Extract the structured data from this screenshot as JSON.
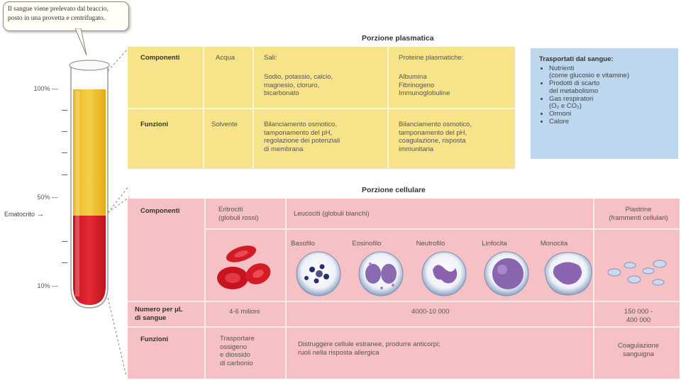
{
  "callout": {
    "line1": "Il sangue viene prelevato dal braccio,",
    "line2": "posto in una provetta e centrifugato."
  },
  "tube": {
    "ticks": {
      "p100": "100% —",
      "p50": "50% —",
      "p10": "10% —"
    },
    "hematocrit_label": "Ematocrito",
    "hematocrit_arrow": "→"
  },
  "plasma": {
    "section_title": "Porzione plasmatica",
    "row_components": "Componenti",
    "row_functions": "Funzioni",
    "water": {
      "name": "Acqua",
      "function": "Solvente"
    },
    "salts": {
      "name": "Sali:",
      "list": [
        "Sodio, potassio, calcio,",
        "magnesio, cloruro,",
        "bicarbonato"
      ],
      "function": [
        "Bilanciamento osmotico,",
        "tamponamento del pH,",
        "regolazione dei potenziali",
        "di membrana"
      ]
    },
    "proteins": {
      "name": "Proteine plasmatiche:",
      "list": [
        "Albumina",
        "Fibrinogeno",
        "Immunoglobuline"
      ],
      "function": [
        "Bilanciamento osmotico,",
        "tamponamento del pH,",
        "coagulazione, risposta",
        "immunitaria"
      ]
    }
  },
  "transported": {
    "title": "Trasportati dal sangue:",
    "items": [
      [
        "Nutrienti",
        "(come glucosio e vitamine)"
      ],
      [
        "Prodotti di scarto",
        "del metabolismo"
      ],
      [
        "Gas respiratori",
        "(O₂ e CO₂)"
      ],
      [
        "Ormoni"
      ],
      [
        "Calore"
      ]
    ]
  },
  "cellular": {
    "section_title": "Porzione cellulare",
    "row_components": "Componenti",
    "row_count": [
      "Numero per μL",
      "di sangue"
    ],
    "row_functions": "Funzioni",
    "erythrocytes": {
      "name": [
        "Eritrociti",
        "(globuli rossi)"
      ],
      "count": "4-6 milioni",
      "function": [
        "Trasportare",
        "ossigeno",
        "e diossido",
        "di carbonio"
      ]
    },
    "leukocytes": {
      "name": "Leucociti (globuli bianchi)",
      "types": [
        "Basofilo",
        "Eosinofilo",
        "Neutrofilo",
        "Linfocita",
        "Monocita"
      ],
      "count": "4000-10 000",
      "function": [
        "Distruggere cellule estranee, produrre anticorpi;",
        "ruoli nella risposta allergica"
      ]
    },
    "platelets": {
      "name": [
        "Piastrine",
        "(frammenti cellulari)"
      ],
      "count": [
        "150 000 -",
        "400 000"
      ],
      "function": [
        "Coagulazione",
        "sanguigna"
      ]
    }
  },
  "colors": {
    "plasma_yellow": "#f7e38a",
    "cellular_pink": "#f5c1c4",
    "transport_blue": "#bcd7ee",
    "blood_red": "#d81d2c",
    "plasma_fill": "#f2c02c"
  }
}
